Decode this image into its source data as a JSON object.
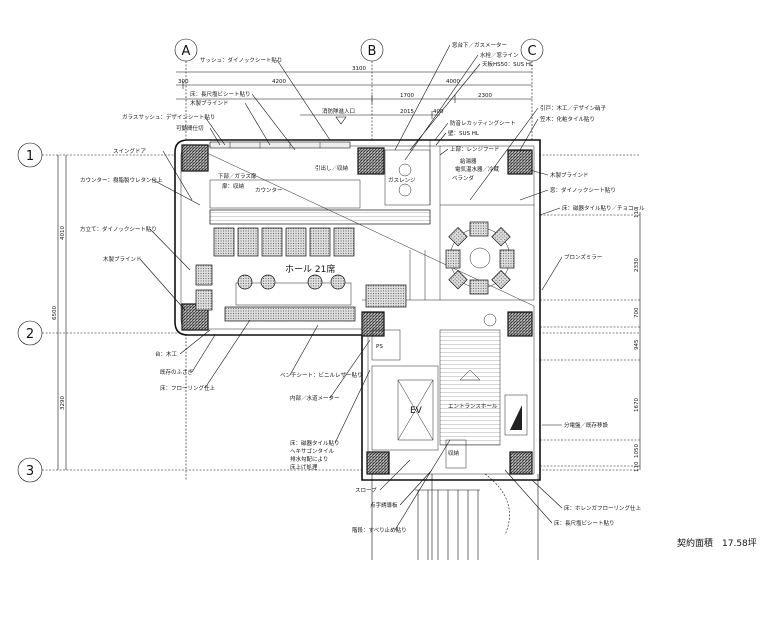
{
  "grid": {
    "cols": [
      "A",
      "B",
      "C"
    ],
    "rows": [
      "1",
      "2",
      "3"
    ]
  },
  "dims": {
    "top_total": "3100",
    "top_4200": "4200",
    "top_300": "300",
    "top_1700": "1700",
    "top_2300": "2300",
    "top_2015": "2015",
    "top_400": "400",
    "top_4000": "4000",
    "left_total": "6500",
    "left_4010": "4010",
    "left_3290": "3290",
    "right": [
      "110",
      "2330",
      "700",
      "945",
      "1670",
      "1050",
      "110"
    ]
  },
  "labels": {
    "sash": "サッシュ：ダイノックシート貼り",
    "floor_vinyl_top": "床：長尺塩ビシート貼り",
    "blind_top": "木製ブラインド",
    "glass_sash": "ガラスサッシュ：デザインシート貼り",
    "partition": "可動間仕切",
    "swing_door": "スイングドア",
    "counter": "カウンター：樹脂製ウレタン仕上",
    "mullion": "方立て：ダイノックシート貼り",
    "blind_left": "木製ブラインド",
    "stand": "台：木工",
    "closure": "既存のふさぎ",
    "floor_flooring": "床：フローリング仕上",
    "bench": "ベンチシート：ビニルレザー貼り",
    "water_meter": "内部／水道メーター",
    "floor_tile_1": "床：磁器タイル貼り",
    "floor_tile_2": "ヘキサゴンタイル",
    "floor_tile_3": "排水勾配により",
    "floor_tile_4": "床上げ処理",
    "slope": "スロープ",
    "braille": "点字誘導板",
    "stairs": "階段：すべり止め貼り",
    "gas_meter": "窓台下／ガスメーター",
    "faucet": "水栓／窓ライン",
    "top_board": "天板HS50：SUS HL",
    "cutting_sheet": "防音レカッティングシート",
    "wall_sus": "壁：SUS HL",
    "range_hood": "上部：レンジフード",
    "water_heater_1": "給湯器",
    "water_heater_2": "電気温水器／冷蔵",
    "veranda": "ベランダ",
    "sliding_door": "引戸：木工／デザイン硝子",
    "coping": "笠木：化粧タイル貼り",
    "blind_right": "木製ブラインド",
    "window_right": "窓：ダイノックシート貼り",
    "floor_tile_right": "床：磁器タイル貼り／チョコール",
    "bronze_mirror": "ブロンズミラー",
    "panel": "分電盤／既存移設",
    "floor_brick": "床：ホレンガフローリング仕上",
    "floor_vinyl_bottom": "床：長尺塩ビシート貼り",
    "fire_entry": "消防隊進入口",
    "hall": "ホール 21席",
    "kitchen_counter": "カウンター",
    "lower_shelf": "下部／ガラス扉",
    "storage": "扉：収納",
    "pull_out": "引出し／収納",
    "gas_range": "ガスレンジ",
    "ev": "EV",
    "entrance": "エントランスホール",
    "closet": "収納",
    "ps": "PS"
  },
  "footer": {
    "contract_area": "契約面積　17.58坪"
  }
}
